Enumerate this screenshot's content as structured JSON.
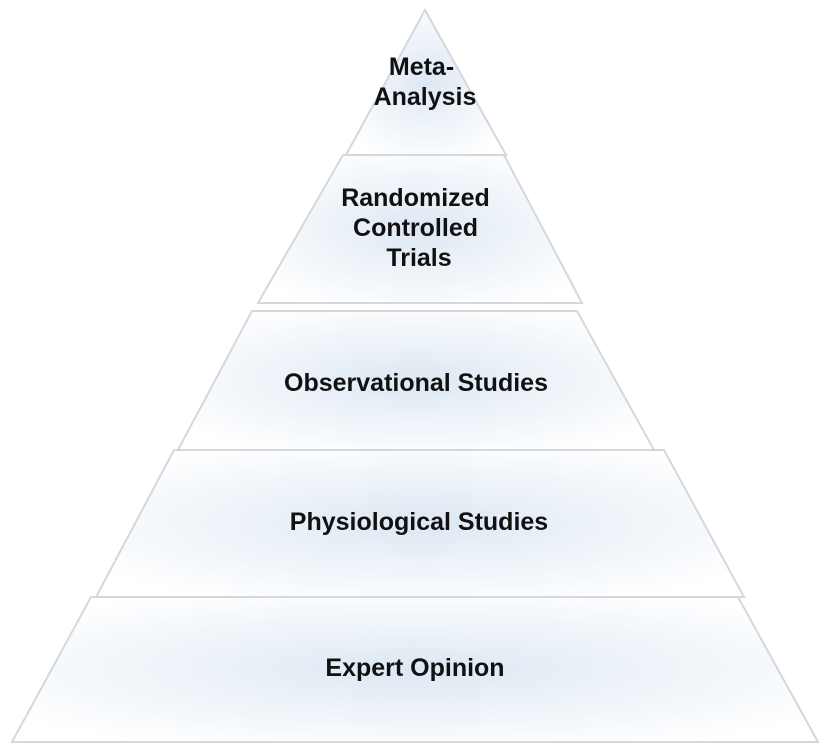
{
  "diagram": {
    "type": "pyramid",
    "tiers": [
      {
        "id": "meta-analysis",
        "lines": [
          "Meta-",
          "Analysis"
        ]
      },
      {
        "id": "randomized-controlled-trials",
        "lines": [
          "Randomized",
          "Controlled",
          "Trials"
        ]
      },
      {
        "id": "observational-studies",
        "lines": [
          "Observational Studies"
        ]
      },
      {
        "id": "physiological-studies",
        "lines": [
          "Physiological Studies"
        ]
      },
      {
        "id": "expert-opinion",
        "lines": [
          "Expert Opinion"
        ]
      }
    ],
    "colors": {
      "fill_center": "#dde8f3",
      "fill_edge": "#ffffff",
      "outline": "#d4d8dd",
      "text": "#111111"
    }
  }
}
